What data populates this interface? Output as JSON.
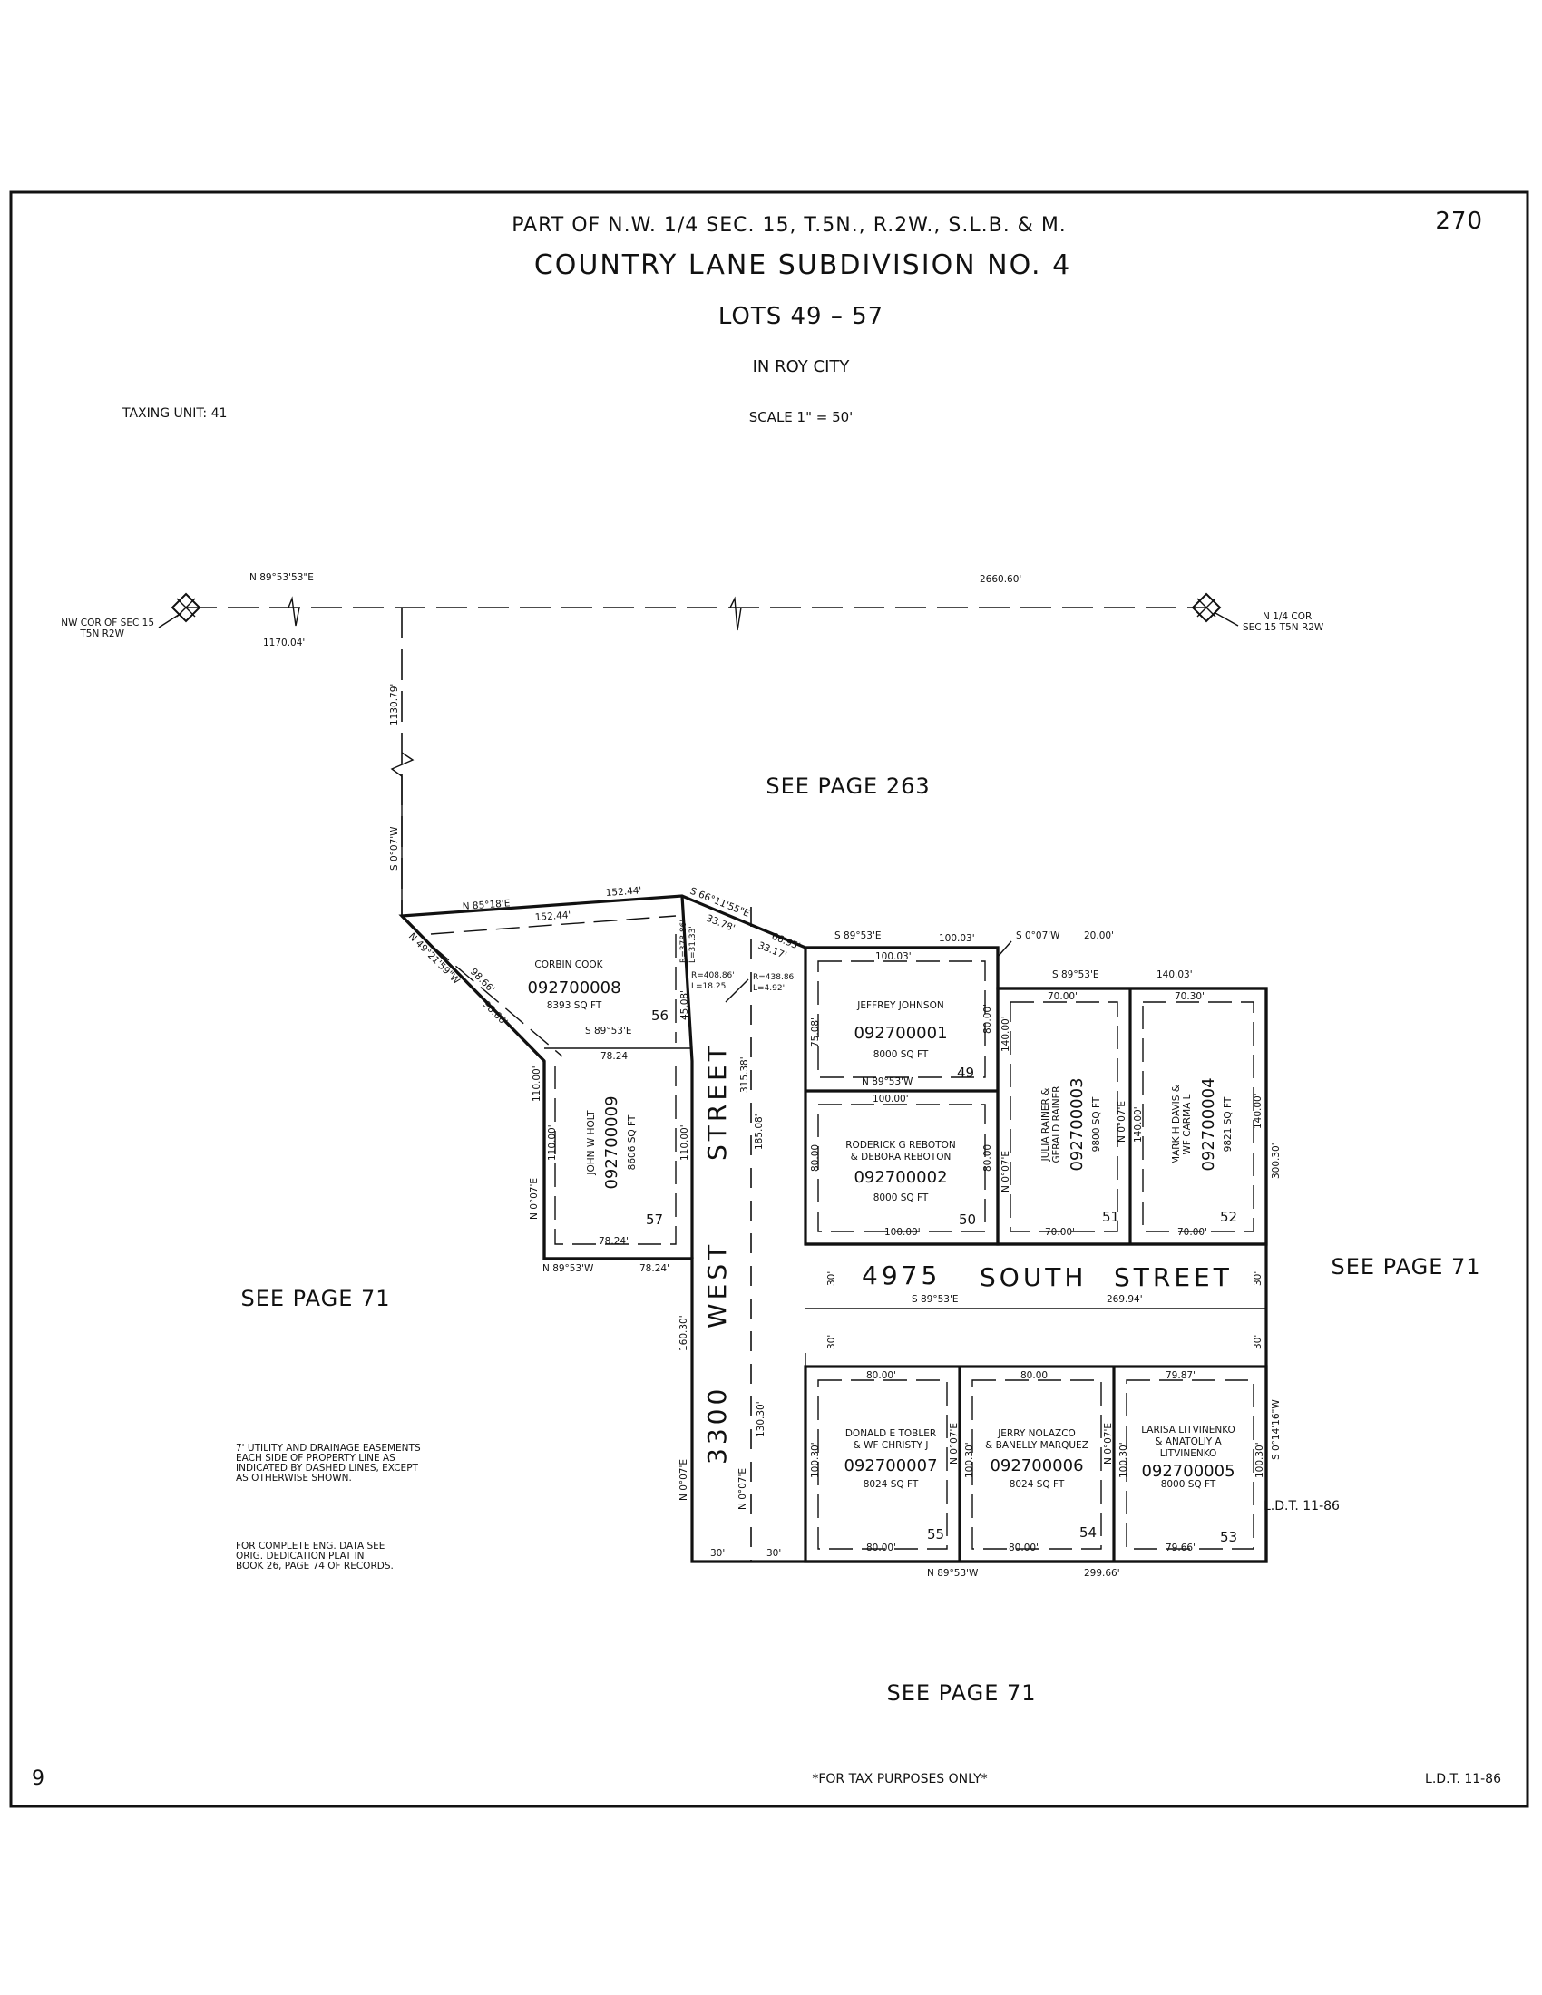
{
  "header": {
    "location": "PART OF N.W. 1/4 SEC. 15, T.5N., R.2W., S.L.B. & M.",
    "title": "COUNTRY LANE SUBDIVISION NO. 4",
    "lots": "LOTS 49 – 57",
    "city": "IN ROY CITY",
    "scale": "SCALE 1\" = 50'",
    "taxing_unit": "TAXING UNIT: 41",
    "page_number": "270"
  },
  "footer": {
    "left_number": "9",
    "note": "*FOR TAX PURPOSES ONLY*",
    "ldt": "L.D.T. 11-86"
  },
  "section_line": {
    "bearing": "N 89°53'53\"E",
    "total": "2660.60'",
    "offset": "1170.04'",
    "tie_vertical": "1130.79'",
    "tie_bearing": "S 0°07'W",
    "nw_corner": [
      "NW COR OF SEC 15",
      "T5N R2W"
    ],
    "n_quarter_corner": [
      "N 1/4 COR",
      "SEC 15 T5N R2W"
    ]
  },
  "see_pages": {
    "north": "SEE PAGE 263",
    "west": "SEE PAGE 71",
    "east": "SEE PAGE 71",
    "south": "SEE PAGE 71"
  },
  "streets": {
    "west_street_parts": [
      "3300",
      "WEST",
      "STREET"
    ],
    "south_street_parts": [
      "4975",
      "SOUTH",
      "STREET"
    ]
  },
  "notes": {
    "easement": [
      "7' UTILITY AND DRAINAGE EASEMENTS",
      "EACH SIDE OF PROPERTY LINE AS",
      "INDICATED BY DASHED LINES, EXCEPT",
      "AS OTHERWISE SHOWN."
    ],
    "eng_data": [
      "FOR COMPLETE ENG. DATA SEE",
      "ORIG. DEDICATION PLAT IN",
      "BOOK 26, PAGE 74 OF RECORDS."
    ],
    "ldt_inner": "L.D.T. 11-86"
  },
  "lots": [
    {
      "lot": "49",
      "owner": [
        "JEFFREY JOHNSON"
      ],
      "parcel": "092700001",
      "area": "8000 SQ FT"
    },
    {
      "lot": "50",
      "owner": [
        "RODERICK G REBOTON",
        "& DEBORA REBOTON"
      ],
      "parcel": "092700002",
      "area": "8000 SQ FT"
    },
    {
      "lot": "51",
      "owner": [
        "JULIA RAINER &",
        "GERALD RAINER"
      ],
      "parcel": "092700003",
      "area": "9800 SQ FT"
    },
    {
      "lot": "52",
      "owner": [
        "MARK H DAVIS &",
        "WF CARMA L"
      ],
      "parcel": "092700004",
      "area": "9821 SQ FT"
    },
    {
      "lot": "53",
      "owner": [
        "LARISA LITVINENKO",
        "& ANATOLIY A",
        "LITVINENKO"
      ],
      "parcel": "092700005",
      "area": "8000 SQ FT"
    },
    {
      "lot": "54",
      "owner": [
        "JERRY NOLAZCO",
        "& BANELLY MARQUEZ"
      ],
      "parcel": "092700006",
      "area": "8024 SQ FT"
    },
    {
      "lot": "55",
      "owner": [
        "DONALD E TOBLER",
        "& WF CHRISTY J"
      ],
      "parcel": "092700007",
      "area": "8024 SQ FT"
    },
    {
      "lot": "56",
      "owner": [
        "CORBIN COOK"
      ],
      "parcel": "092700008",
      "area": "8393 SQ FT"
    },
    {
      "lot": "57",
      "owner": [
        "JOHN W HOLT"
      ],
      "parcel": "092700009",
      "area": "8606 SQ FT"
    }
  ],
  "dims": {
    "n85": "N 85°18'E",
    "d15244a": "152.44'",
    "d15244b": "152.44'",
    "s66": "S 66°11'55\"E",
    "d6695": "66.95'",
    "d3378": "33.78'",
    "d3317": "33.17'",
    "n49": "N 49°21'59\"W",
    "d9866a": "98.66'",
    "d9866b": "98.66'",
    "r378": "R=378.86'",
    "l3133": "L=31.33'",
    "r408": "R=408.86'",
    "l1825": "L=18.25'",
    "r438": "R=438.86'",
    "l492": "L=4.92'",
    "s8953e_top": "S 89°53'E",
    "d10003": "100.03'",
    "d10003b": "100.03'",
    "s007w": "S 0°07'W",
    "d2000": "20.00'",
    "s8953e_r": "S 89°53'E",
    "d14003": "140.03'",
    "d7000a": "70.00'",
    "d7030": "70.30'",
    "d7000b": "70.00'",
    "d7000c": "70.00'",
    "d7508": "75.08'",
    "d8000a": "80.00'",
    "d14000a": "140.00'",
    "n8953w": "N 89°53'W",
    "d10000a": "100.00'",
    "d10000b": "100.00'",
    "d8000b": "80.00'",
    "d8000c": "80.00'",
    "n007e_a": "N 0°07'E",
    "n007e_b": "N 0°07'E",
    "d14000b": "140.00'",
    "d14000c": "140.00'",
    "d30030": "300.30'",
    "d4508": "45.08'",
    "s8953e_56": "S 89°53'E",
    "d7824a": "78.24'",
    "d11000a": "110.00'",
    "d11000b": "110.00'",
    "d11000c": "110.00'",
    "n007e_57": "N 0°07'E",
    "d7824b": "78.24'",
    "n8953w_57": "N 89°53'W",
    "d7824c": "78.24'",
    "d31538": "315.38'",
    "d18508": "185.08'",
    "d30a": "30'",
    "d30b": "30'",
    "d30c": "30'",
    "d30d": "30'",
    "s8953e_st": "S 89°53'E",
    "d26994": "269.94'",
    "d16030": "160.30'",
    "d13030": "130.30'",
    "n007e_w": "N 0°07'E",
    "n007e_w2": "N 0°07'E",
    "d30e": "30'",
    "d30f": "30'",
    "d8000d": "80.00'",
    "d8000e": "80.00'",
    "d7987": "79.87'",
    "d10030a": "100.30'",
    "n007e_55": "N 0°07'E",
    "d10030b": "100.30'",
    "n007e_54": "N 0°07'E",
    "d10030c": "100.30'",
    "d10030d": "100.30'",
    "s01416w": "S 0°14'16\"W",
    "d8000f": "80.00'",
    "d8000g": "80.00'",
    "d7966": "79.66'",
    "n8953w_b": "N 89°53'W",
    "d29966": "299.66'"
  }
}
